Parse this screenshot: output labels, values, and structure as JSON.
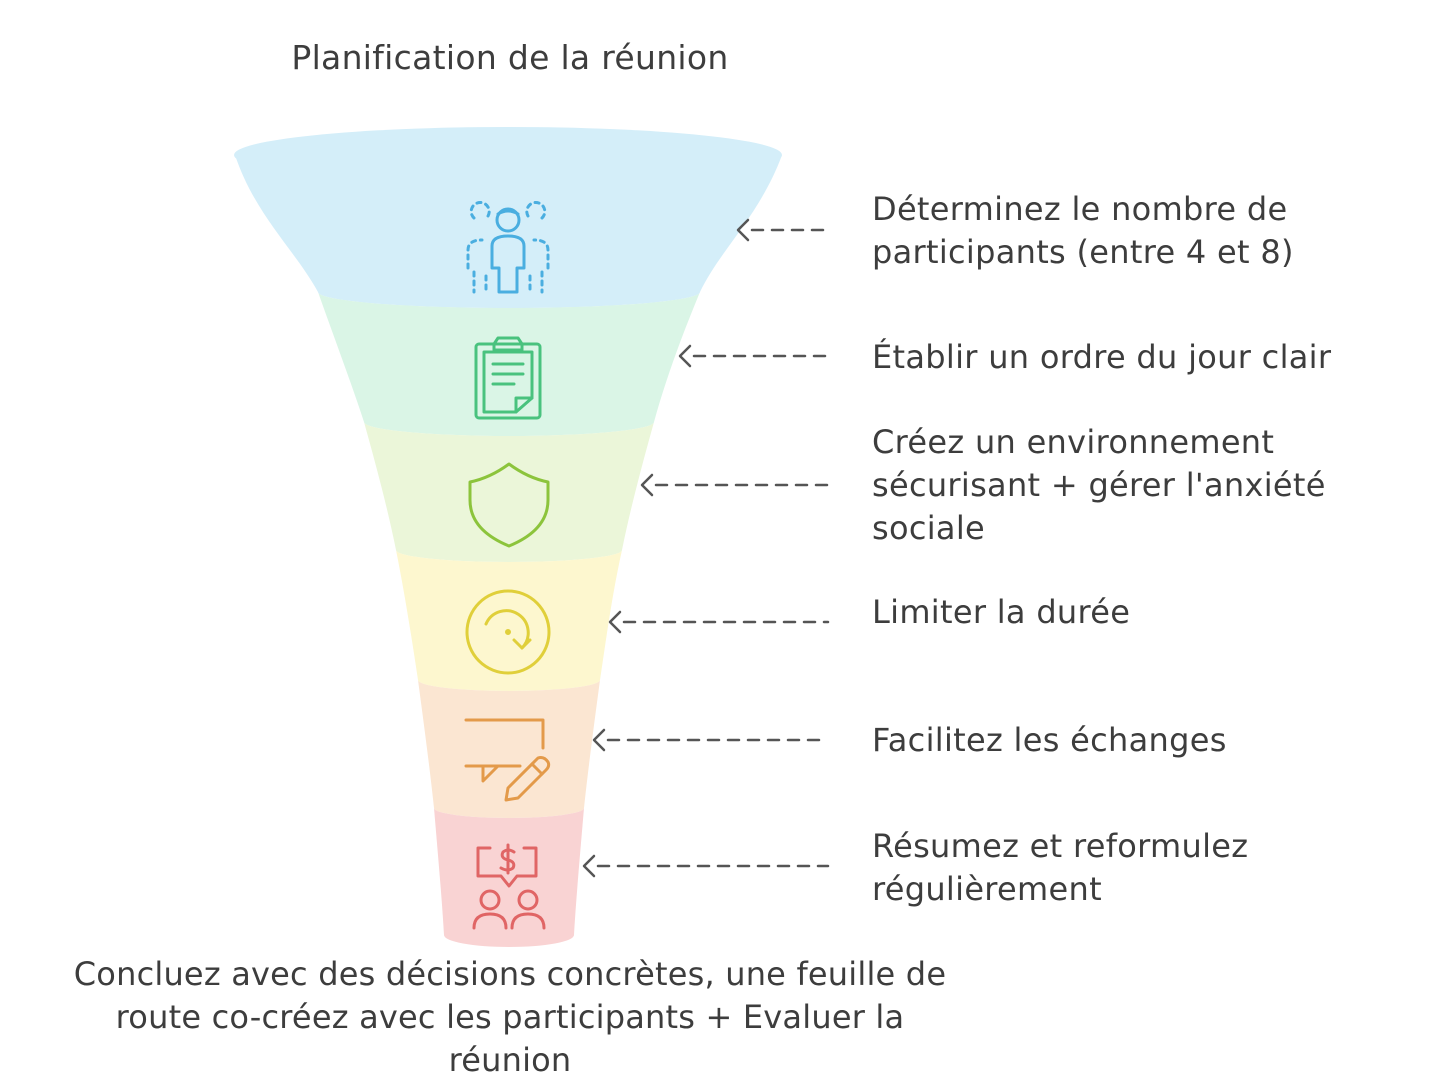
{
  "diagram": {
    "title": "Planification de la réunion",
    "stages": [
      {
        "id": "participants",
        "label": "Déterminez le nombre de participants (entre 4 et 8)",
        "icon": "people-group-icon",
        "fill": "#d4eef9",
        "stroke": "#4aaee0"
      },
      {
        "id": "agenda",
        "label": "Établir un ordre du jour clair",
        "icon": "clipboard-icon",
        "fill": "#daf5e6",
        "stroke": "#49c27e"
      },
      {
        "id": "safe",
        "label": "Créez un environnement sécurisant + gérer l'anxiété sociale",
        "icon": "shield-icon",
        "fill": "#ebf6d9",
        "stroke": "#8cc43c"
      },
      {
        "id": "duration",
        "label": "Limiter la durée",
        "icon": "timer-icon",
        "fill": "#fdf7cf",
        "stroke": "#e0cf3a"
      },
      {
        "id": "exchanges",
        "label": "Facilitez les échanges",
        "icon": "chat-pencil-icon",
        "fill": "#fbe6d2",
        "stroke": "#e39a4a"
      },
      {
        "id": "summary",
        "label": "Résumez et reformulez régulièrement",
        "icon": "people-discussion-icon",
        "fill": "#f9d3d3",
        "stroke": "#e06565"
      }
    ],
    "conclusion": "Concluez avec des décisions concrètes, une feuille de route co-créez avec les participants + Evaluer la réunion",
    "colors": {
      "text": "#3d3d3d",
      "arrow": "#555555",
      "rim": "#d4eef9"
    }
  }
}
